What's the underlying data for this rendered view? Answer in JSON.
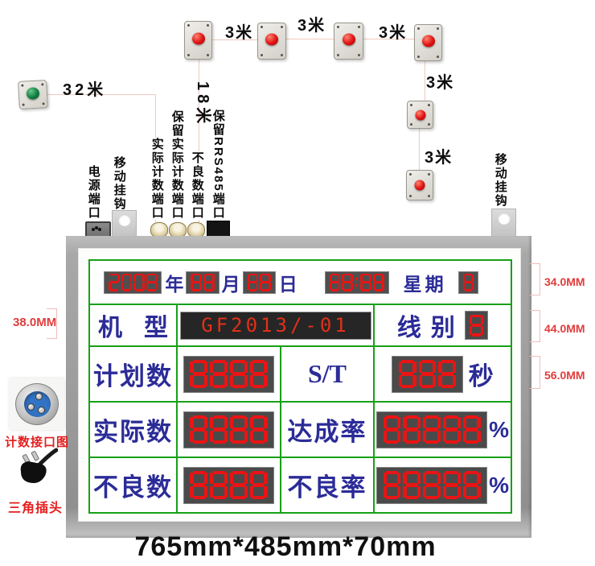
{
  "wiring": {
    "dist_32m": "32米",
    "dist_18m": "18米",
    "dist_3m": "3米",
    "ports": {
      "power": "电源端口",
      "hook_left": "移动挂钩",
      "actual_count": "实际计数端口",
      "reserved_actual_count": "保留实际计数端口",
      "defect_count": "不良数端口",
      "reserved_rs485": "保留RRS485端口",
      "hook_right": "移动挂钩"
    }
  },
  "board": {
    "date_row": {
      "year": "2008",
      "year_unit": "年",
      "month": "88",
      "month_unit": "月",
      "day": "88",
      "day_unit": "日",
      "time": "88:88",
      "week_label": "星期",
      "week": "8"
    },
    "model_row": {
      "label_l": "机",
      "label_r": "型",
      "value": "GF2013/-01",
      "line_l": "线",
      "line_r": "别",
      "line_value": "8"
    },
    "plan_row": {
      "label": "计划数",
      "value": "8888",
      "st_label": "S/T",
      "st_value": "888",
      "st_unit": "秒"
    },
    "actual_row": {
      "label": "实际数",
      "value": "8888",
      "rate_label": "达成率",
      "rate_value": "88888",
      "unit": "%"
    },
    "defect_row": {
      "label": "不良数",
      "value": "8888",
      "rate_label": "不良率",
      "rate_value": "88888",
      "unit": "%"
    }
  },
  "annotations": {
    "dim_left": "38.0MM",
    "dim_right": [
      "34.0MM",
      "44.0MM",
      "56.0MM"
    ],
    "connector_caption": "计数接口图",
    "plug_caption": "三角插头",
    "size_caption": "765mm*485mm*70mm"
  },
  "colors": {
    "led_red": "#ea1414",
    "grid_green": "#17a017",
    "text_blue": "#2b2b98",
    "dim_red": "#e13c3c"
  }
}
